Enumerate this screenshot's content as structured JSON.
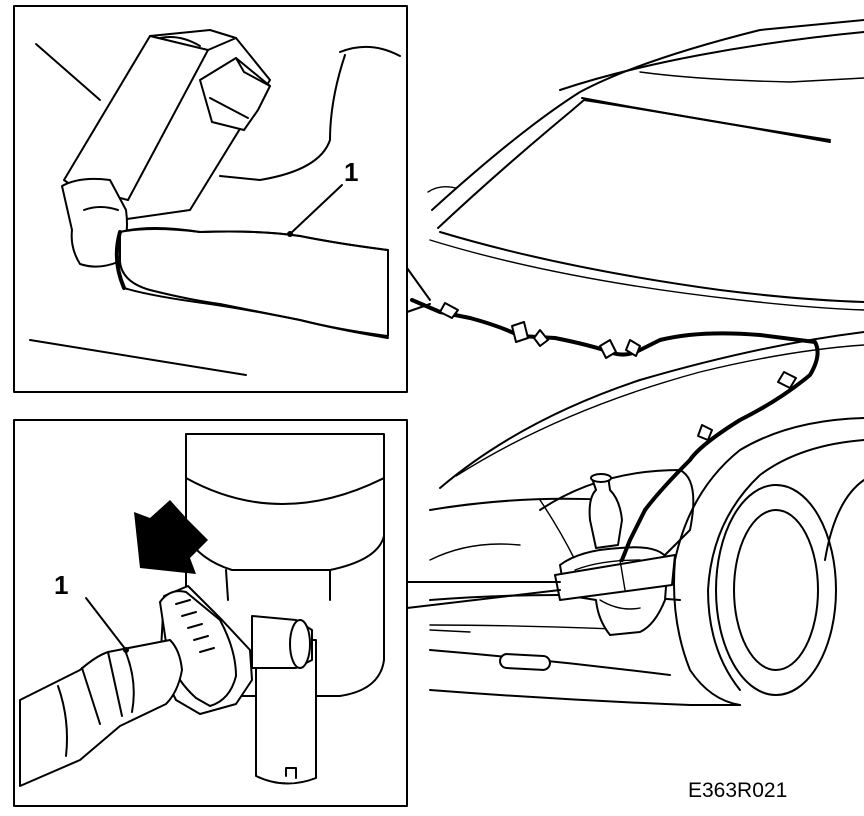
{
  "callouts": {
    "top_label": "1",
    "bottom_label": "1"
  },
  "figure_code": "E363R021",
  "colors": {
    "ink": "#000000",
    "paper": "#ffffff"
  },
  "icons": {
    "arrow": "down-left-arrow-icon"
  }
}
